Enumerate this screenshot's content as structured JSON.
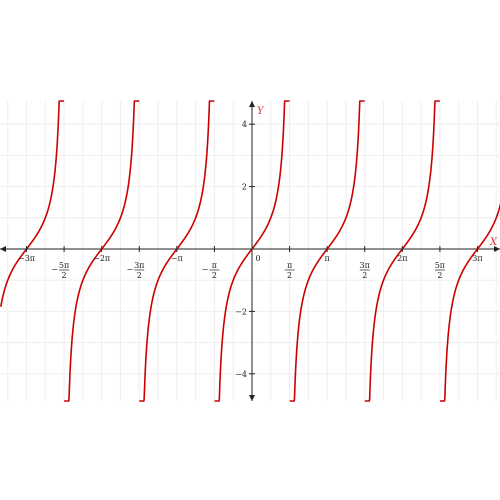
{
  "chart_data": {
    "type": "line",
    "title": "",
    "xlabel": "X",
    "ylabel": "Y",
    "function": "tan(x)",
    "xlim": [
      -10.5,
      10.4
    ],
    "ylim": [
      -4.7,
      4.7
    ],
    "grid": true,
    "curve_color": "#cc0000",
    "axis_label_color": "#cc3333",
    "x_ticks": [
      {
        "value": -9.4248,
        "text": "−3π"
      },
      {
        "value": -7.854,
        "num": "5π",
        "den": "2",
        "sign": "−"
      },
      {
        "value": -6.2832,
        "text": "−2π"
      },
      {
        "value": -4.7124,
        "num": "3π",
        "den": "2",
        "sign": "−"
      },
      {
        "value": -3.1416,
        "text": "−π"
      },
      {
        "value": -1.5708,
        "num": "π",
        "den": "2",
        "sign": "−"
      },
      {
        "value": 0,
        "text": "0"
      },
      {
        "value": 1.5708,
        "num": "π",
        "den": "2",
        "sign": ""
      },
      {
        "value": 3.1416,
        "text": "π"
      },
      {
        "value": 4.7124,
        "num": "3π",
        "den": "2",
        "sign": ""
      },
      {
        "value": 6.2832,
        "text": "2π"
      },
      {
        "value": 7.854,
        "num": "5π",
        "den": "2",
        "sign": ""
      },
      {
        "value": 9.4248,
        "text": "3π"
      }
    ],
    "y_ticks": [
      {
        "value": 4,
        "text": "4"
      },
      {
        "value": 2,
        "text": "2"
      },
      {
        "value": -2,
        "text": "−2"
      },
      {
        "value": -4,
        "text": "−4"
      }
    ],
    "asymptotes": [
      -7.854,
      -4.7124,
      -1.5708,
      1.5708,
      4.7124,
      7.854
    ]
  }
}
